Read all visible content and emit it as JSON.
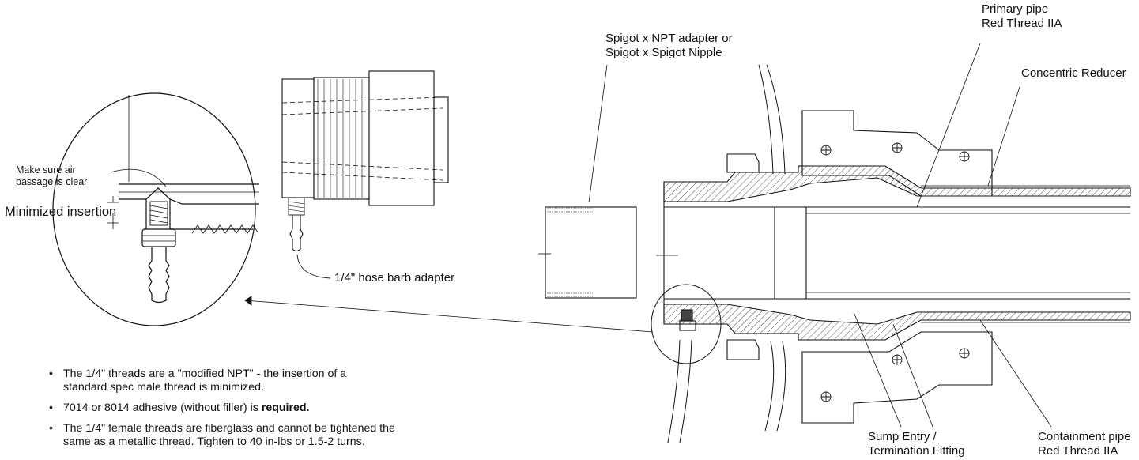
{
  "labels": {
    "spigot_adapter_line1": "Spigot x NPT adapter or",
    "spigot_adapter_line2": "Spigot x Spigot Nipple",
    "primary_pipe_line1": "Primary pipe",
    "primary_pipe_line2": "Red Thread IIA",
    "concentric_reducer": "Concentric Reducer",
    "air_passage_line1": "Make sure air",
    "air_passage_line2": "passage is clear",
    "minimized_insertion": "Minimized insertion",
    "hose_barb": "1/4\" hose barb adapter",
    "sump_entry_line1": "Sump Entry /",
    "sump_entry_line2": "Termination Fitting",
    "containment_pipe_line1": "Containment pipe",
    "containment_pipe_line2": "Red Thread IIA"
  },
  "notes": [
    {
      "line1": "The 1/4\" threads are a \"modified NPT\" - the insertion of a",
      "line2": "standard spec male thread is minimized."
    },
    {
      "text": "7014 or 8014 adhesive (without filler) is ",
      "bold": "required."
    },
    {
      "line1": "The 1/4\" female threads are fiberglass and cannot be tightened the",
      "line2": "same as a metallic thread. Tighten to 40 in-lbs or 1.5-2 turns."
    }
  ]
}
